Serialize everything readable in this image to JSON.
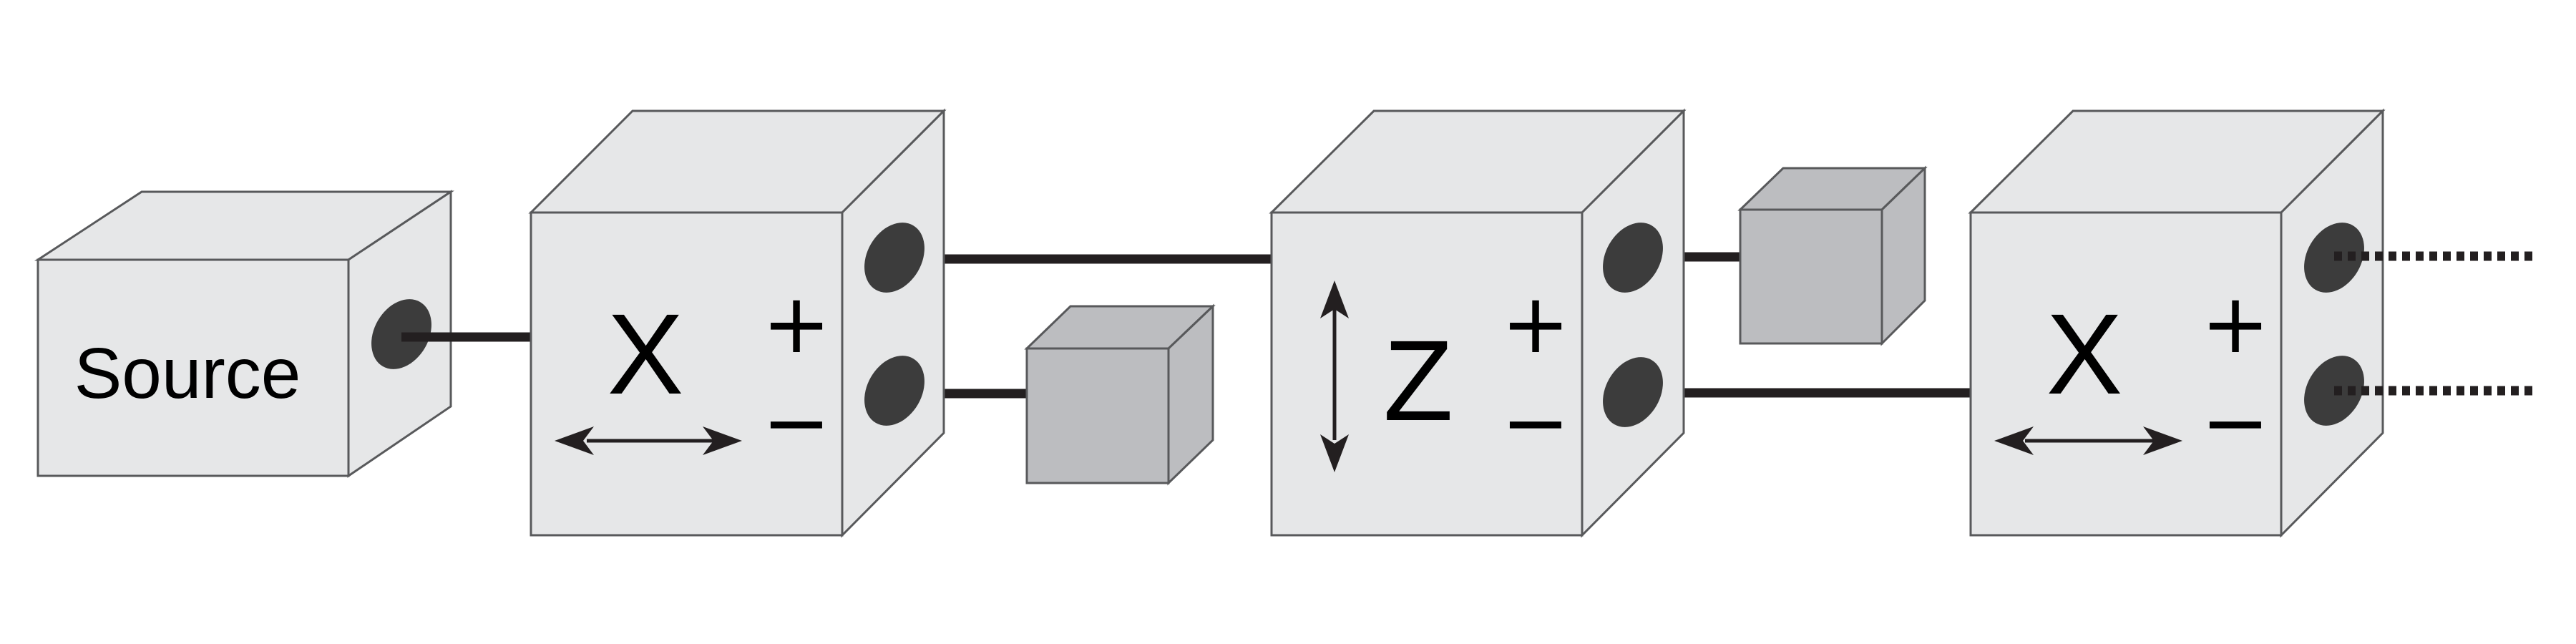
{
  "source": {
    "label": "Source"
  },
  "stages": [
    {
      "axis": "X",
      "plus": "+",
      "minus": "−"
    },
    {
      "axis": "Z",
      "plus": "+",
      "minus": "−"
    },
    {
      "axis": "X",
      "plus": "+",
      "minus": "−"
    }
  ],
  "colors": {
    "box": "#e6e7e8",
    "box_outline": "#58595b",
    "small_box": "#bcbdc0",
    "port": "#3c3c3c",
    "wire": "#231f20"
  }
}
